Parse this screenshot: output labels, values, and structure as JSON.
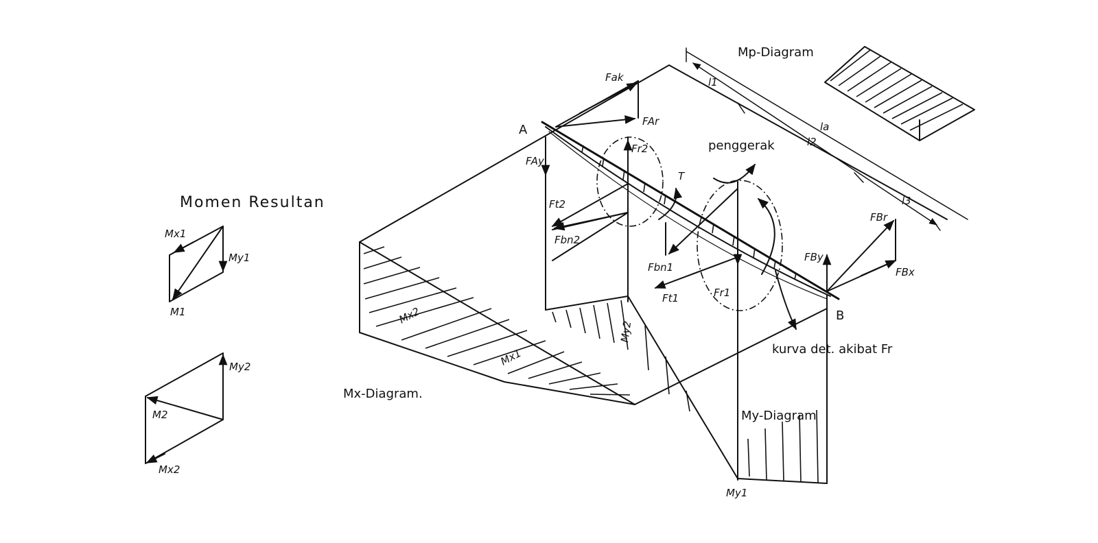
{
  "labels": {
    "momen_resultan": "Momen Resultan",
    "mp_diagram": "Mp-Diagram",
    "mx_diagram": "Mx-Diagram.",
    "my_diagram": "My-Diagram",
    "kurva": "kurva  det. akibat Fr",
    "penggerak": "penggerak",
    "point_a": "A",
    "point_b": "B",
    "l1": "l1",
    "l2": "l2",
    "l3": "l3",
    "la": "la",
    "f_ak": "Fak",
    "f_ar": "FAr",
    "f_ay": "FAy",
    "f_r2": "Fr2",
    "f_t2": "Ft2",
    "f_bn2": "Fbn2",
    "f_bn1": "Fbn1",
    "f_t1": "Ft1",
    "f_r1": "Fr1",
    "f_br": "FBr",
    "f_by": "FBy",
    "f_bx": "FBx",
    "t": "T",
    "m_x2": "Mx2",
    "m_x1": "Mx1",
    "m_y2": "My2",
    "m_y1": "My1",
    "left_mx1": "Mx1",
    "left_my1": "My1",
    "left_m1": "M1",
    "left_my2": "My2",
    "left_m2": "M2",
    "left_mx2": "Mx2"
  }
}
